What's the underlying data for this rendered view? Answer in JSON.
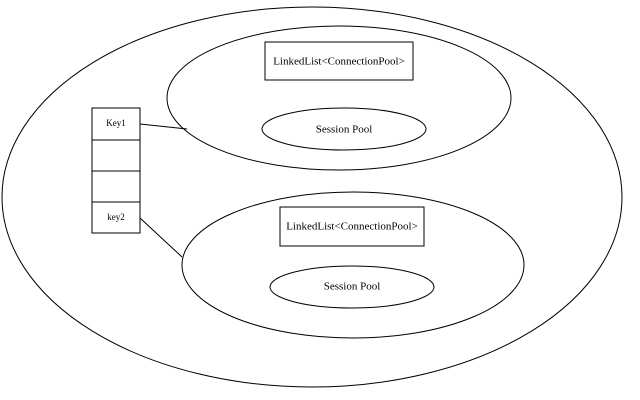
{
  "diagram": {
    "key_table": {
      "rows": [
        "Key1",
        "",
        "",
        "key2"
      ]
    },
    "pools": [
      {
        "list_label": "LinkedList<ConnectionPool>",
        "session_label": "Session Pool"
      },
      {
        "list_label": "LinkedList<ConnectionPool>",
        "session_label": "Session Pool"
      }
    ]
  }
}
